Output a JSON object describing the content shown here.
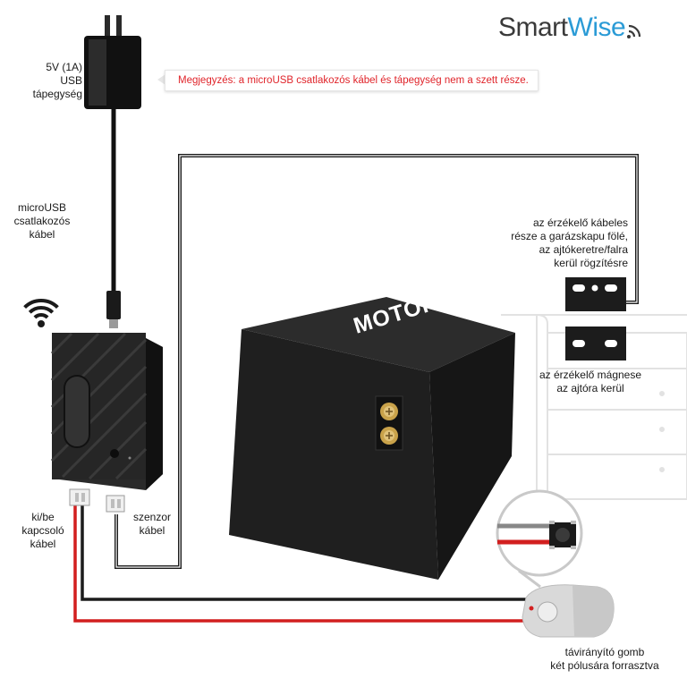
{
  "brand": {
    "word1": "Smart",
    "word2": "Wise"
  },
  "note": "Megjegyzés: a microUSB csatlakozós kábel és tápegység nem a szett része.",
  "power_supply": {
    "line1": "5V (1A)",
    "line2": "USB tápegység"
  },
  "usb_cable": {
    "line1": "microUSB",
    "line2": "csatlakozós",
    "line3": "kábel"
  },
  "sensor_cable_note": {
    "line1": "az érzékelő kábeles",
    "line2": "része a garázskapu fölé,",
    "line3": "az ajtókeretre/falra",
    "line4": "kerül rögzítésre"
  },
  "magnet_note": {
    "line1": "az érzékelő mágnese",
    "line2": "az ajtóra kerül"
  },
  "switch_cable": {
    "line1": "ki/be",
    "line2": "kapcsoló",
    "line3": "kábel"
  },
  "sensor_cable": {
    "line1": "szenzor",
    "line2": "kábel"
  },
  "motor": {
    "label": "MOTOR"
  },
  "remote": {
    "line1": "távirányító gomb",
    "line2": "két pólusára forrasztva"
  },
  "colors": {
    "brand_blue": "#2b9bd6",
    "note_red": "#e0242a",
    "wire_red": "#d21f1f",
    "device_black": "#222222"
  },
  "icons": [
    "wifi-icon",
    "plug-icon",
    "micro-usb-icon",
    "push-button-icon"
  ]
}
